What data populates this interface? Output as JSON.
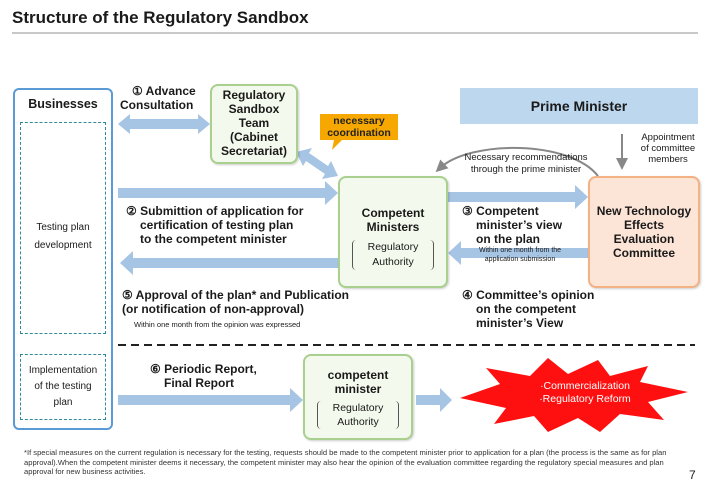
{
  "title": "Structure of the Regulatory Sandbox",
  "businesses": {
    "label": "Businesses",
    "testing_plan": [
      "Testing plan",
      "development"
    ],
    "implementation": [
      "Implementation",
      "of the testing",
      "plan"
    ]
  },
  "sandbox_team": [
    "Regulatory",
    "Sandbox",
    "Team",
    "(Cabinet",
    "Secretariat)"
  ],
  "coordination": [
    "necessary",
    "coordination"
  ],
  "prime_minister": "Prime Minister",
  "appointment": [
    "Appointment",
    "of committee",
    "members"
  ],
  "recommendations": [
    "Necessary recommendations",
    "through the prime minister"
  ],
  "competent_ministers": {
    "title": [
      "Competent",
      "Ministers"
    ],
    "sub": [
      "Regulatory",
      "Authority"
    ]
  },
  "committee": [
    "New Technology",
    "Effects",
    "Evaluation",
    "Committee"
  ],
  "steps": {
    "s1": [
      "① Advance",
      "Consultation"
    ],
    "s2": [
      "② Submittion of application for",
      "certification of testing plan",
      "to the competent minister"
    ],
    "s3": [
      "③ Competent",
      "minister’s view",
      "on the plan"
    ],
    "s3_note": [
      "Within one month from the",
      "application submission"
    ],
    "s4": [
      "④ Committee’s opinion",
      "on the competent",
      "minister’s View"
    ],
    "s5": [
      "⑤ Approval of the plan* and Publication",
      "(or notification of non-approval)"
    ],
    "s5_note": "Within one month from the opinion was expressed",
    "s6": [
      "⑥ Periodic Report,",
      "Final Report"
    ]
  },
  "competent_minister": {
    "title": [
      "competent",
      "minister"
    ],
    "sub": [
      "Regulatory",
      "Authority"
    ]
  },
  "outcomes": [
    "·Commercialization",
    "·Regulatory Reform"
  ],
  "footnote": "*If special measures on the current regulation is necessary for the testing, requests should be made to the competent minister prior to application for a plan (the process is the same as for plan approval).When the competent minister deems it necessary, the competent minister may also hear the opinion of the evaluation committee regarding the regulatory special measures and plan approval for new business activities.",
  "page_number": "7",
  "colors": {
    "arrow": "#a6c4e4",
    "blue_border": "#5b9bd5",
    "green_border": "#a9d08e",
    "orange_border": "#f4b183",
    "orange_fill": "#fce4d6",
    "pm_fill": "#bdd7ee",
    "burst": "#ff0000",
    "coordination": "#f7a800"
  }
}
